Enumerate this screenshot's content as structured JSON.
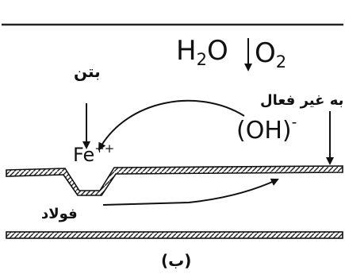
{
  "water": {
    "formula": "H",
    "sub": "2",
    "tail": "O"
  },
  "oxygen": {
    "formula": "O",
    "sub": "2"
  },
  "concrete_label": "بتن",
  "passive_label": "به غیر فعال",
  "hydroxide": {
    "formula": "(OH)",
    "charge": "-"
  },
  "iron_ion": {
    "formula": "Fe",
    "charge": "++"
  },
  "steel_label": "فولاد",
  "caption": "(ب)"
}
